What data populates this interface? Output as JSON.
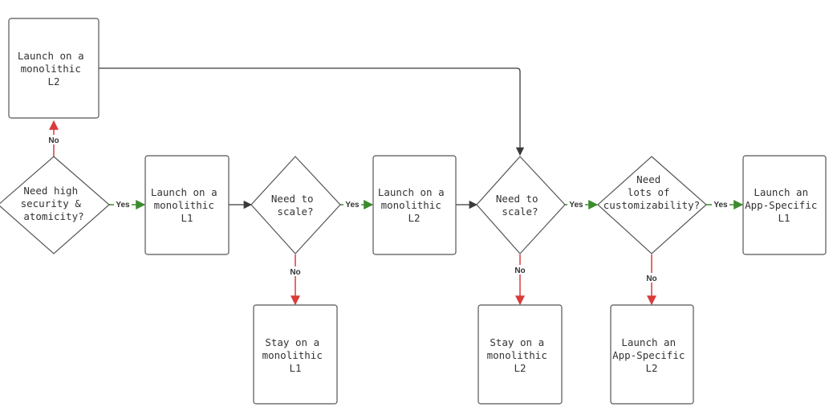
{
  "colors": {
    "yes_edge": "#3d8b2f",
    "no_edge": "#d93b3b",
    "plain_edge": "#3a3a3a"
  },
  "nodes": {
    "launch_mono_l2_top": {
      "lines": [
        "Launch on a",
        "monolithic",
        "L2"
      ]
    },
    "need_security": {
      "lines": [
        "Need high",
        "security &",
        "atomicity?"
      ]
    },
    "launch_mono_l1": {
      "lines": [
        "Launch on a",
        "monolithic",
        "L1"
      ]
    },
    "need_scale_1": {
      "lines": [
        "Need to",
        "scale?"
      ]
    },
    "launch_mono_l2_mid": {
      "lines": [
        "Launch on a",
        "monolithic",
        "L2"
      ]
    },
    "need_scale_2": {
      "lines": [
        "Need to",
        "scale?"
      ]
    },
    "need_custom": {
      "lines": [
        "Need",
        "lots of",
        "customizability?"
      ]
    },
    "launch_app_l1": {
      "lines": [
        "Launch an",
        "App-Specific",
        "L1"
      ]
    },
    "stay_mono_l1": {
      "lines": [
        "Stay on a",
        "monolithic",
        "L1"
      ]
    },
    "stay_mono_l2": {
      "lines": [
        "Stay on a",
        "monolithic",
        "L2"
      ]
    },
    "launch_app_l2": {
      "lines": [
        "Launch an",
        "App-Specific",
        "L2"
      ]
    }
  },
  "edges": {
    "security_no": {
      "label": "No",
      "kind": "no"
    },
    "security_yes": {
      "label": "Yes",
      "kind": "yes"
    },
    "scale1_yes": {
      "label": "Yes",
      "kind": "yes"
    },
    "scale1_no": {
      "label": "No",
      "kind": "no"
    },
    "scale2_yes": {
      "label": "Yes",
      "kind": "yes"
    },
    "scale2_no": {
      "label": "No",
      "kind": "no"
    },
    "custom_yes": {
      "label": "Yes",
      "kind": "yes"
    },
    "custom_no": {
      "label": "No",
      "kind": "no"
    },
    "l1_to_scale1": {
      "label": "",
      "kind": "plain"
    },
    "l2_to_scale2": {
      "label": "",
      "kind": "plain"
    },
    "top_l2_to_scale2": {
      "label": "",
      "kind": "plain"
    }
  }
}
